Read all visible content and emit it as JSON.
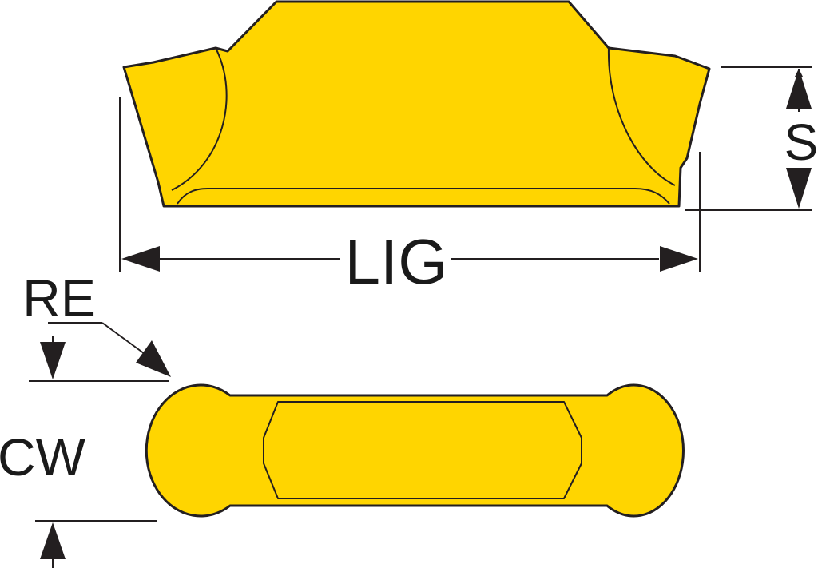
{
  "labels": {
    "s": "S",
    "lig": "LIG",
    "re": "RE",
    "cw": "CW"
  },
  "colors": {
    "insert_fill": "#FFD500",
    "insert_outline": "#231F20",
    "dimension_line": "#231F20",
    "background": "#FFFFFF"
  }
}
